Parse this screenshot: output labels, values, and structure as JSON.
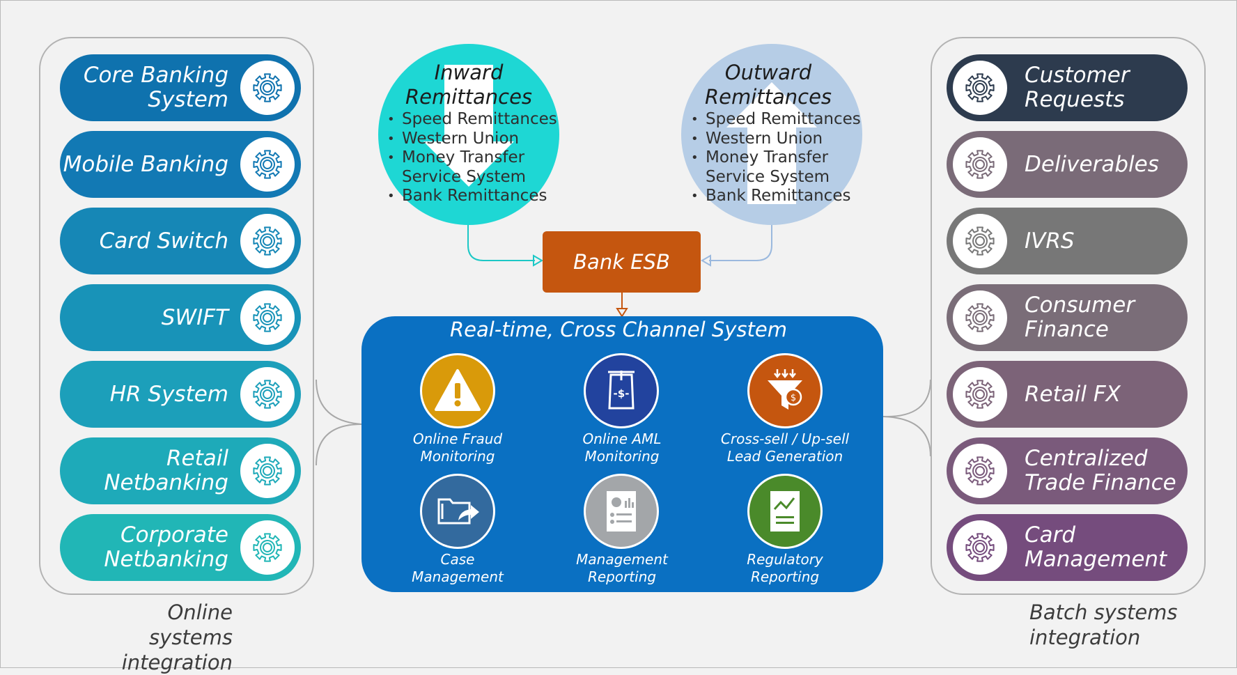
{
  "online_group": {
    "caption_lines": [
      "Online systems",
      "integration"
    ],
    "items": [
      {
        "lines": [
          "Core Banking",
          "System"
        ],
        "color": "#0f72ae"
      },
      {
        "lines": [
          "Mobile Banking"
        ],
        "color": "#1279b4"
      },
      {
        "lines": [
          "Card Switch"
        ],
        "color": "#1687b6"
      },
      {
        "lines": [
          "SWIFT"
        ],
        "color": "#1893b8"
      },
      {
        "lines": [
          "HR System"
        ],
        "color": "#1c9fba"
      },
      {
        "lines": [
          "Retail",
          "Netbanking"
        ],
        "color": "#1eaab9"
      },
      {
        "lines": [
          "Corporate",
          "Netbanking"
        ],
        "color": "#21b6b6"
      }
    ]
  },
  "batch_group": {
    "caption_lines": [
      "Batch systems",
      "integration"
    ],
    "items": [
      {
        "lines": [
          "Customer",
          "Requests"
        ],
        "color": "#2d3b4e"
      },
      {
        "lines": [
          "Deliverables"
        ],
        "color": "#7a6b78"
      },
      {
        "lines": [
          "IVRS"
        ],
        "color": "#777777"
      },
      {
        "lines": [
          "Consumer",
          "Finance"
        ],
        "color": "#7a6d78"
      },
      {
        "lines": [
          "Retail FX"
        ],
        "color": "#7c6378"
      },
      {
        "lines": [
          "Centralized",
          "Trade Finance"
        ],
        "color": "#7a5a7b"
      },
      {
        "lines": [
          "Card",
          "Management"
        ],
        "color": "#754c7d"
      }
    ]
  },
  "inward": {
    "title_lines": [
      "Inward",
      "Remittances"
    ],
    "items": [
      [
        "Speed Remittances"
      ],
      [
        "Western Union"
      ],
      [
        "Money Transfer",
        "Service System"
      ],
      [
        "Bank Remittances"
      ]
    ],
    "color": "#1ed7d4"
  },
  "outward": {
    "title_lines": [
      "Outward",
      "Remittances"
    ],
    "items": [
      [
        "Speed Remittances"
      ],
      [
        "Western Union"
      ],
      [
        "Money Transfer",
        "Service System"
      ],
      [
        "Bank Remittances"
      ]
    ],
    "color": "#b6cde6"
  },
  "esb": {
    "label": "Bank ESB",
    "color": "#c5560f"
  },
  "core": {
    "title": "Real-time, Cross Channel System",
    "color": "#0a70c2",
    "modules": [
      {
        "icon": "warning-icon",
        "lines": [
          "Online Fraud",
          "Monitoring"
        ],
        "color": "#d99a0a"
      },
      {
        "icon": "money-icon",
        "lines": [
          "Online AML",
          "Monitoring"
        ],
        "color": "#22439e"
      },
      {
        "icon": "funnel-icon",
        "lines": [
          "Cross-sell / Up-sell",
          "Lead Generation"
        ],
        "color": "#c5560f"
      },
      {
        "icon": "folder-icon",
        "lines": [
          "Case",
          "Management"
        ],
        "color": "#336a9e"
      },
      {
        "icon": "report-icon",
        "lines": [
          "Management",
          "Reporting"
        ],
        "color": "#a3a6a9"
      },
      {
        "icon": "chart-doc-icon",
        "lines": [
          "Regulatory",
          "Reporting"
        ],
        "color": "#4a8a2a"
      }
    ]
  }
}
